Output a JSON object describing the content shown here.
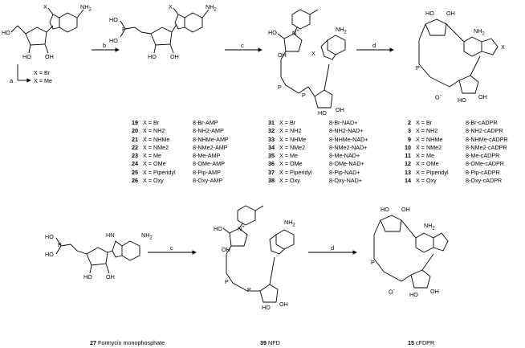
{
  "steps": {
    "a": "a",
    "b": "b",
    "c": "c",
    "d": "d",
    "c2": "c",
    "d2": "d"
  },
  "legend_a": {
    "br": "X = Br",
    "me": "X = Me"
  },
  "atoms": {
    "X": "X",
    "NH2": "NH",
    "NH2_sub": "2",
    "N": "N",
    "HN": "HN",
    "HO": "HO",
    "OH": "OH",
    "O": "O",
    "P": "P",
    "Nplus": "N",
    "plus": "+",
    "Ominus": "O",
    "minus": "-"
  },
  "table_amp": {
    "rows": [
      {
        "num": "19",
        "x": "X = Br",
        "name": "8-Br-AMP"
      },
      {
        "num": "20",
        "x": "X = NH2",
        "name": "8-NH2-AMP"
      },
      {
        "num": "21",
        "x": "X = NHMe",
        "name": "8-NHMe-AMP"
      },
      {
        "num": "22",
        "x": "X = NMe2",
        "name": "8-NMe2-AMP"
      },
      {
        "num": "23",
        "x": "X = Me",
        "name": "8-Me-AMP"
      },
      {
        "num": "24",
        "x": "X = OMe",
        "name": "8-OMe-AMP"
      },
      {
        "num": "25",
        "x": "X = Piperidyl",
        "name": "8-Pip-AMP"
      },
      {
        "num": "26",
        "x": "X = Oxy",
        "name": "8-Oxy-AMP"
      }
    ]
  },
  "table_nad": {
    "rows": [
      {
        "num": "31",
        "x": "X = Br",
        "name": "8-Br-NAD+"
      },
      {
        "num": "32",
        "x": "X = NH2",
        "name": "8-NH2-NAD+"
      },
      {
        "num": "33",
        "x": "X = NHMe",
        "name": "8-NHMe-NAD+"
      },
      {
        "num": "34",
        "x": "X = NMe2",
        "name": "8-NMe2-NAD+"
      },
      {
        "num": "35",
        "x": "X = Me",
        "name": "8-Me-NAD+"
      },
      {
        "num": "36",
        "x": "X = OMe",
        "name": "8-OMe-NAD+"
      },
      {
        "num": "37",
        "x": "X = Piperidyl",
        "name": "8-Pip-NAD+"
      },
      {
        "num": "38",
        "x": "X = Oxy",
        "name": "8-Oxy-NAD+"
      }
    ]
  },
  "table_cadpr": {
    "rows": [
      {
        "num": "2",
        "x": "X = Br",
        "name": "8-Br-cADPR"
      },
      {
        "num": "3",
        "x": "X = NH2",
        "name": "8-NH2-cADPR"
      },
      {
        "num": "9",
        "x": "X = NHMe",
        "name": "8-NHMe-cADPR"
      },
      {
        "num": "10",
        "x": "X = NMe2",
        "name": "8-NMe2-cADPR"
      },
      {
        "num": "11",
        "x": "X = Me",
        "name": "8-Me-cADPR"
      },
      {
        "num": "12",
        "x": "X = OMe",
        "name": "8-OMe-cADPR"
      },
      {
        "num": "13",
        "x": "X = Piperidyl",
        "name": "8-Pip-cADPR"
      },
      {
        "num": "14",
        "x": "X = Oxy",
        "name": "8-Oxy-cADPR"
      }
    ]
  },
  "captions": {
    "c27_num": "27",
    "c27_name": "Formycin monophosphate",
    "c39_num": "39",
    "c39_name": "NFD",
    "c15_num": "15",
    "c15_name": "cFDPR"
  }
}
